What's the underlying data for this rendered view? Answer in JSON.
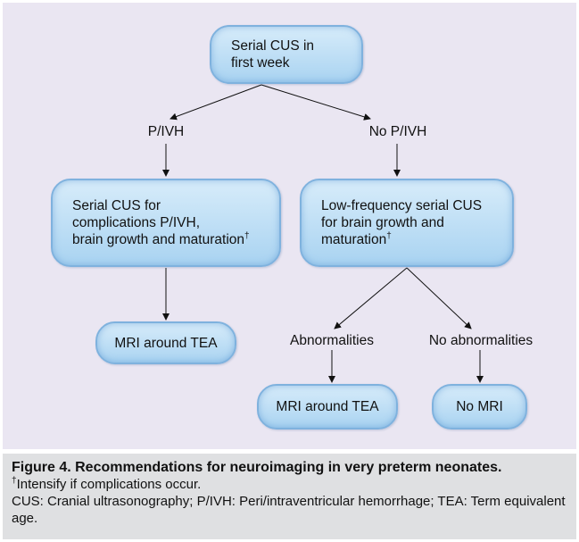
{
  "nodes": {
    "start": [
      "Serial CUS in",
      "first week"
    ],
    "left_mid": [
      "Serial CUS for",
      "complications P/IVH,",
      "brain growth and maturation"
    ],
    "right_mid": [
      "Low-frequency serial CUS",
      "for brain growth and",
      "maturation"
    ],
    "left_bottom": "MRI around TEA",
    "mid_bottom": "MRI around TEA",
    "right_bottom": "No MRI",
    "dagger": "†"
  },
  "branch_labels": {
    "p_ivh": "P/IVH",
    "no_p_ivh": "No P/IVH",
    "abnormalities": "Abnormalities",
    "no_abnormalities": "No abnormalities"
  },
  "caption": {
    "title": "Figure 4. Recommendations for neuroimaging in very preterm neonates.",
    "footnote_mark": "†",
    "footnote": "Intensify if complications occur.",
    "abbreviations": "CUS: Cranial ultrasonography; P/IVH: Peri/intraventricular hemorrhage; TEA: Term equivalent age."
  },
  "colors": {
    "figure_background": "#eae6f2",
    "node_fill": "#a9d3f1",
    "node_border": "#7fb2de",
    "caption_background": "#dfe0e2"
  }
}
